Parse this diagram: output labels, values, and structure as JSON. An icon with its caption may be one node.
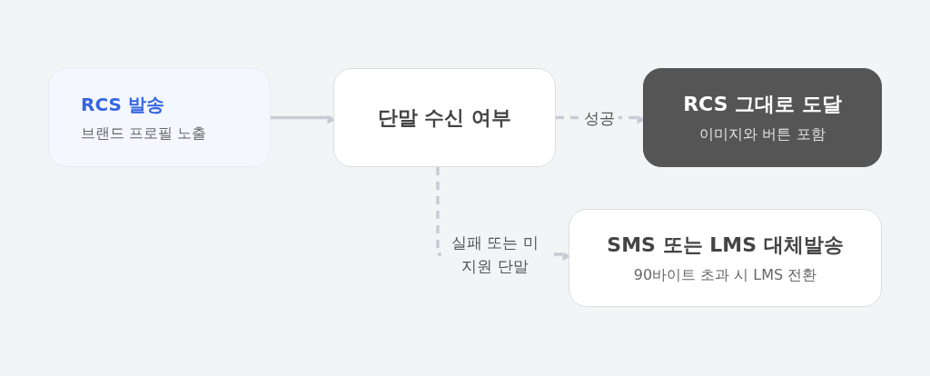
{
  "diagram": {
    "nodes": [
      {
        "text": [
          "RCS 발송",
          "브랜드 프로필 노출"
        ]
      },
      {
        "text": [
          "단말 수신 여부"
        ]
      },
      {
        "text": [
          "RCS 그대로 도달",
          "이미지와 버튼 포함"
        ]
      },
      {
        "text": [
          "SMS 또는 LMS 대체발송",
          "90바이트 초과 시 LMS 전환"
        ]
      }
    ],
    "edges": [
      {
        "from": 0,
        "to": 1,
        "arrow": "to"
      },
      {
        "from": 1,
        "to": 2,
        "arrow": "to",
        "style": "dashed",
        "label": "성공"
      },
      {
        "from": 1,
        "to": 3,
        "arrow": "to",
        "style": "dashed",
        "label": "실패 또는 미지원 단말"
      }
    ]
  }
}
